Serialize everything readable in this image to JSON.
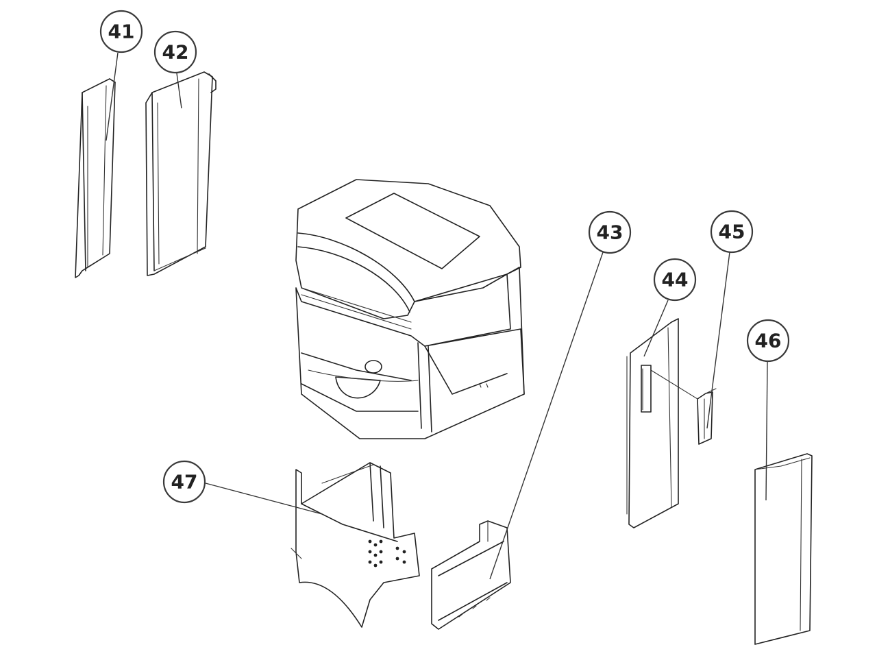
{
  "callouts": [
    {
      "id": "41",
      "label": "41"
    },
    {
      "id": "42",
      "label": "42"
    },
    {
      "id": "43",
      "label": "43"
    },
    {
      "id": "44",
      "label": "44"
    },
    {
      "id": "45",
      "label": "45"
    },
    {
      "id": "46",
      "label": "46"
    },
    {
      "id": "47",
      "label": "47"
    }
  ]
}
